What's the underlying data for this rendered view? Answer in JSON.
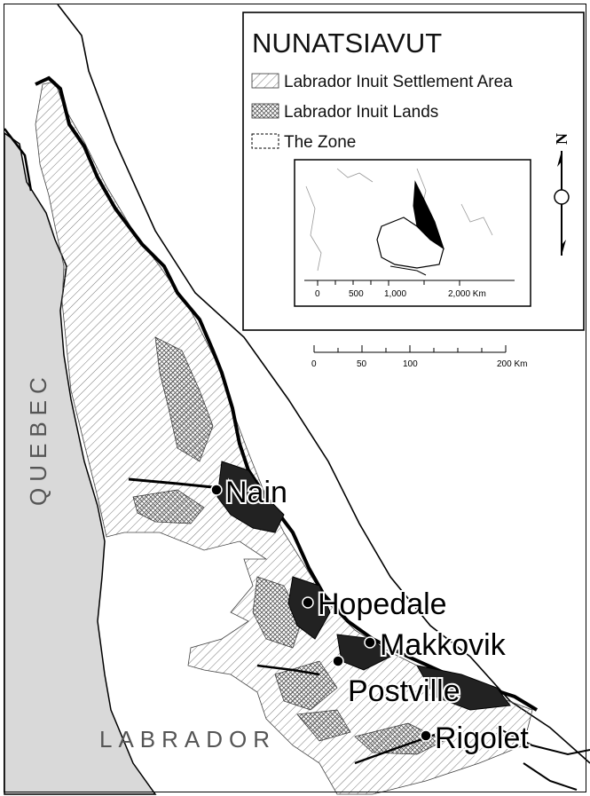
{
  "map": {
    "legend": {
      "title": "NUNATSIAVUT",
      "items": [
        {
          "label": "Labrador Inuit Settlement Area",
          "symbol": "diagonal-hatch"
        },
        {
          "label": "Labrador Inuit Lands",
          "symbol": "cross-hatch"
        },
        {
          "label": "The Zone",
          "symbol": "dashed-outline"
        }
      ]
    },
    "inset_scale": {
      "ticks": [
        "0",
        "500",
        "1,000",
        "2,000 Km"
      ]
    },
    "main_scale": {
      "ticks": [
        "0",
        "50",
        "100",
        "200 Km"
      ]
    },
    "regions": {
      "quebec": "QUEBEC",
      "labrador": "LABRADOR"
    },
    "towns": [
      "Nain",
      "Hopedale",
      "Makkovik",
      "Postville",
      "Rigolet"
    ],
    "north_arrow": "N",
    "colors": {
      "quebec_fill": "#d9d9d9",
      "coast": "#000000",
      "hatch": "#666666",
      "background": "#ffffff"
    }
  }
}
